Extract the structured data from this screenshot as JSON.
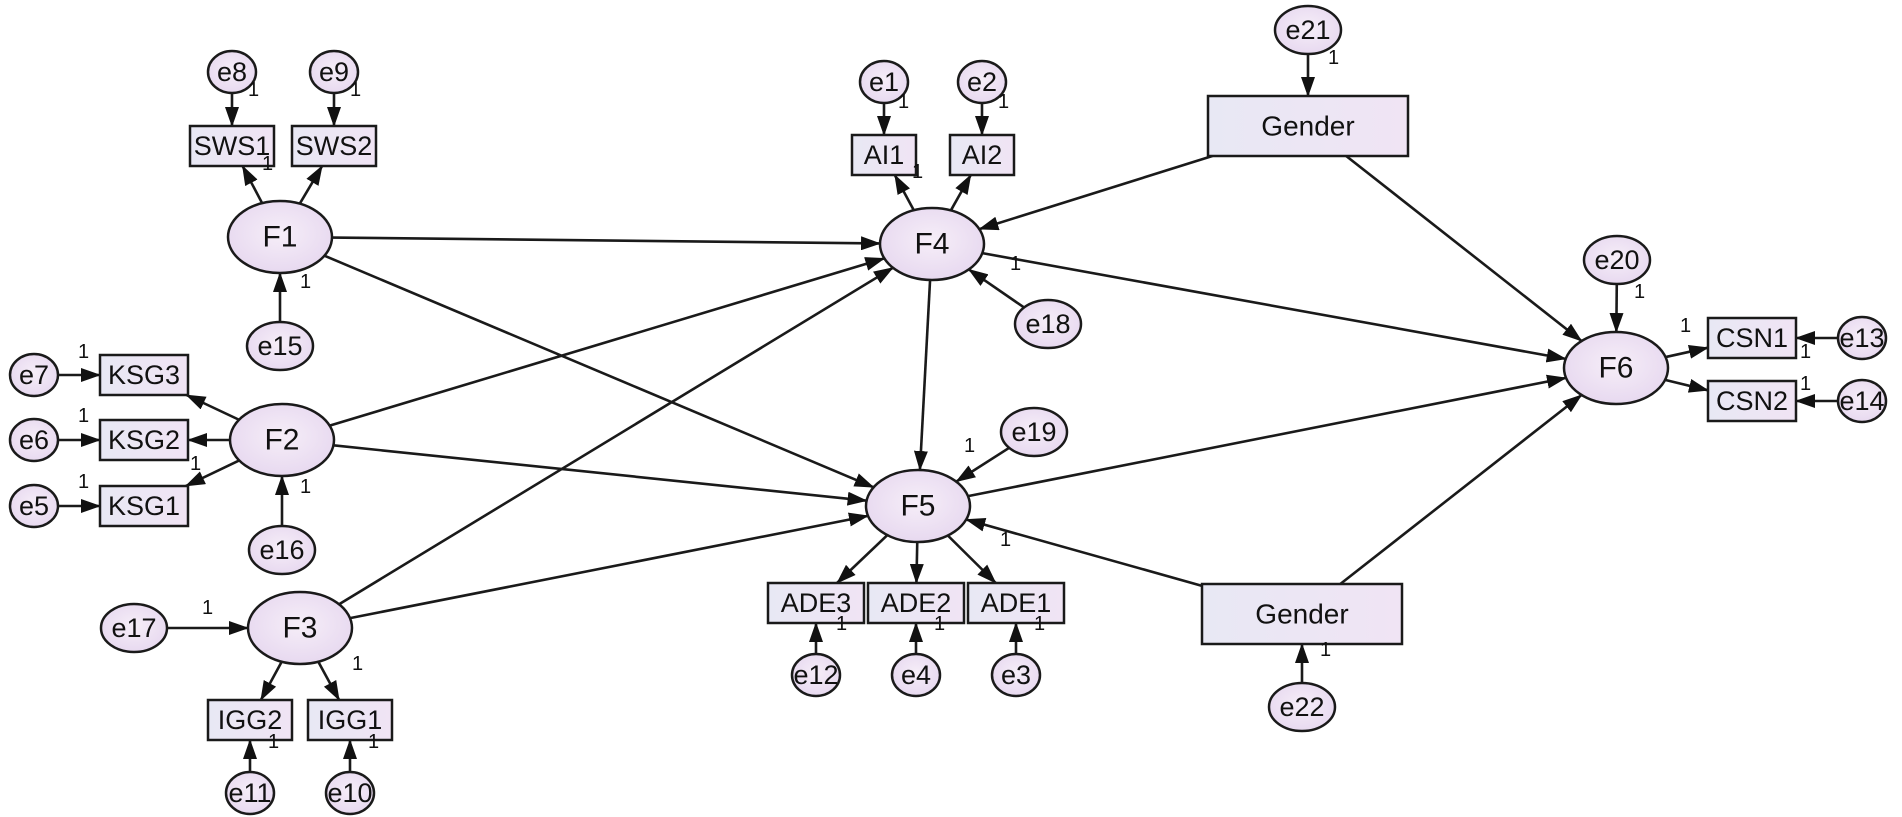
{
  "nodes": [
    {
      "id": "F1",
      "label": "F1",
      "kind": "latent"
    },
    {
      "id": "F2",
      "label": "F2",
      "kind": "latent"
    },
    {
      "id": "F3",
      "label": "F3",
      "kind": "latent"
    },
    {
      "id": "F4",
      "label": "F4",
      "kind": "latent"
    },
    {
      "id": "F5",
      "label": "F5",
      "kind": "latent"
    },
    {
      "id": "F6",
      "label": "F6",
      "kind": "latent"
    },
    {
      "id": "SWS1",
      "label": "SWS1",
      "kind": "observed"
    },
    {
      "id": "SWS2",
      "label": "SWS2",
      "kind": "observed"
    },
    {
      "id": "KSG3",
      "label": "KSG3",
      "kind": "observed"
    },
    {
      "id": "KSG2",
      "label": "KSG2",
      "kind": "observed"
    },
    {
      "id": "KSG1",
      "label": "KSG1",
      "kind": "observed"
    },
    {
      "id": "IGG2",
      "label": "IGG2",
      "kind": "observed"
    },
    {
      "id": "IGG1",
      "label": "IGG1",
      "kind": "observed"
    },
    {
      "id": "AI1",
      "label": "AI1",
      "kind": "observed"
    },
    {
      "id": "AI2",
      "label": "AI2",
      "kind": "observed"
    },
    {
      "id": "ADE3",
      "label": "ADE3",
      "kind": "observed"
    },
    {
      "id": "ADE2",
      "label": "ADE2",
      "kind": "observed"
    },
    {
      "id": "ADE1",
      "label": "ADE1",
      "kind": "observed"
    },
    {
      "id": "CSN1",
      "label": "CSN1",
      "kind": "observed"
    },
    {
      "id": "CSN2",
      "label": "CSN2",
      "kind": "observed"
    },
    {
      "id": "GenderTop",
      "label": "Gender",
      "kind": "moderator"
    },
    {
      "id": "GenderBottom",
      "label": "Gender",
      "kind": "moderator"
    },
    {
      "id": "e1",
      "label": "e1",
      "kind": "error"
    },
    {
      "id": "e2",
      "label": "e2",
      "kind": "error"
    },
    {
      "id": "e3",
      "label": "e3",
      "kind": "error"
    },
    {
      "id": "e4",
      "label": "e4",
      "kind": "error"
    },
    {
      "id": "e5",
      "label": "e5",
      "kind": "error"
    },
    {
      "id": "e6",
      "label": "e6",
      "kind": "error"
    },
    {
      "id": "e7",
      "label": "e7",
      "kind": "error"
    },
    {
      "id": "e8",
      "label": "e8",
      "kind": "error"
    },
    {
      "id": "e9",
      "label": "e9",
      "kind": "error"
    },
    {
      "id": "e10",
      "label": "e10",
      "kind": "error"
    },
    {
      "id": "e11",
      "label": "e11",
      "kind": "error"
    },
    {
      "id": "e12",
      "label": "e12",
      "kind": "error"
    },
    {
      "id": "e13",
      "label": "e13",
      "kind": "error"
    },
    {
      "id": "e14",
      "label": "e14",
      "kind": "error"
    },
    {
      "id": "e15",
      "label": "e15",
      "kind": "error"
    },
    {
      "id": "e16",
      "label": "e16",
      "kind": "error"
    },
    {
      "id": "e17",
      "label": "e17",
      "kind": "error"
    },
    {
      "id": "e18",
      "label": "e18",
      "kind": "error"
    },
    {
      "id": "e19",
      "label": "e19",
      "kind": "error"
    },
    {
      "id": "e20",
      "label": "e20",
      "kind": "error"
    },
    {
      "id": "e21",
      "label": "e21",
      "kind": "error"
    },
    {
      "id": "e22",
      "label": "e22",
      "kind": "error"
    }
  ],
  "edges": [
    {
      "from": "e8",
      "to": "SWS1",
      "coef": "1"
    },
    {
      "from": "e9",
      "to": "SWS2",
      "coef": "1"
    },
    {
      "from": "F1",
      "to": "SWS1",
      "coef": "1"
    },
    {
      "from": "F1",
      "to": "SWS2",
      "coef": ""
    },
    {
      "from": "e15",
      "to": "F1",
      "coef": "1"
    },
    {
      "from": "e7",
      "to": "KSG3",
      "coef": "1"
    },
    {
      "from": "e6",
      "to": "KSG2",
      "coef": "1"
    },
    {
      "from": "e5",
      "to": "KSG1",
      "coef": "1"
    },
    {
      "from": "F2",
      "to": "KSG3",
      "coef": ""
    },
    {
      "from": "F2",
      "to": "KSG2",
      "coef": ""
    },
    {
      "from": "F2",
      "to": "KSG1",
      "coef": "1"
    },
    {
      "from": "e16",
      "to": "F2",
      "coef": "1"
    },
    {
      "from": "e17",
      "to": "F3",
      "coef": "1"
    },
    {
      "from": "F3",
      "to": "IGG2",
      "coef": ""
    },
    {
      "from": "F3",
      "to": "IGG1",
      "coef": "1"
    },
    {
      "from": "e11",
      "to": "IGG2",
      "coef": "1"
    },
    {
      "from": "e10",
      "to": "IGG1",
      "coef": "1"
    },
    {
      "from": "e1",
      "to": "AI1",
      "coef": "1"
    },
    {
      "from": "e2",
      "to": "AI2",
      "coef": "1"
    },
    {
      "from": "F4",
      "to": "AI1",
      "coef": "1"
    },
    {
      "from": "F4",
      "to": "AI2",
      "coef": ""
    },
    {
      "from": "e18",
      "to": "F4",
      "coef": "1"
    },
    {
      "from": "F5",
      "to": "ADE3",
      "coef": ""
    },
    {
      "from": "F5",
      "to": "ADE2",
      "coef": ""
    },
    {
      "from": "F5",
      "to": "ADE1",
      "coef": "1"
    },
    {
      "from": "e12",
      "to": "ADE3",
      "coef": "1"
    },
    {
      "from": "e4",
      "to": "ADE2",
      "coef": "1"
    },
    {
      "from": "e3",
      "to": "ADE1",
      "coef": "1"
    },
    {
      "from": "e19",
      "to": "F5",
      "coef": "1"
    },
    {
      "from": "e20",
      "to": "F6",
      "coef": "1"
    },
    {
      "from": "F6",
      "to": "CSN1",
      "coef": "1"
    },
    {
      "from": "F6",
      "to": "CSN2",
      "coef": ""
    },
    {
      "from": "e13",
      "to": "CSN1",
      "coef": "1"
    },
    {
      "from": "e14",
      "to": "CSN2",
      "coef": "1"
    },
    {
      "from": "e21",
      "to": "GenderTop",
      "coef": "1"
    },
    {
      "from": "e22",
      "to": "GenderBottom",
      "coef": "1"
    },
    {
      "from": "F1",
      "to": "F4",
      "coef": ""
    },
    {
      "from": "F1",
      "to": "F5",
      "coef": ""
    },
    {
      "from": "F2",
      "to": "F4",
      "coef": ""
    },
    {
      "from": "F2",
      "to": "F5",
      "coef": ""
    },
    {
      "from": "F3",
      "to": "F4",
      "coef": ""
    },
    {
      "from": "F3",
      "to": "F5",
      "coef": ""
    },
    {
      "from": "F4",
      "to": "F5",
      "coef": ""
    },
    {
      "from": "F4",
      "to": "F6",
      "coef": ""
    },
    {
      "from": "F5",
      "to": "F6",
      "coef": ""
    },
    {
      "from": "GenderTop",
      "to": "F4",
      "coef": ""
    },
    {
      "from": "GenderTop",
      "to": "F6",
      "coef": ""
    },
    {
      "from": "GenderBottom",
      "to": "F5",
      "coef": ""
    },
    {
      "from": "GenderBottom",
      "to": "F6",
      "coef": ""
    }
  ]
}
